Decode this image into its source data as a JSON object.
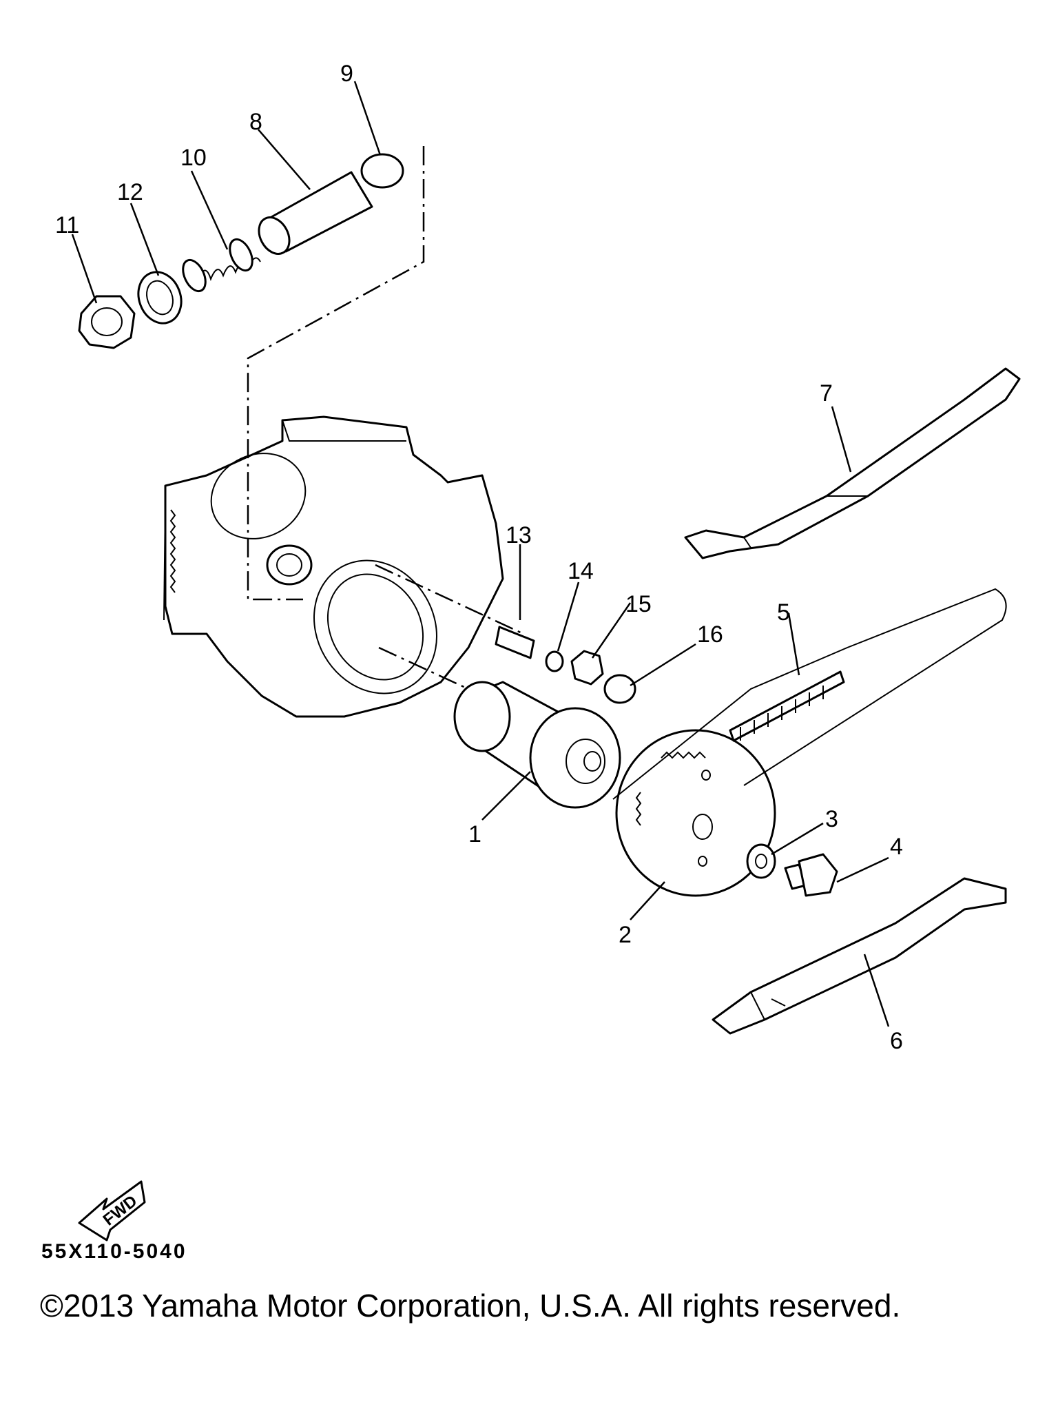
{
  "diagram": {
    "callouts": [
      {
        "id": "1",
        "label": "1"
      },
      {
        "id": "2",
        "label": "2"
      },
      {
        "id": "3",
        "label": "3"
      },
      {
        "id": "4",
        "label": "4"
      },
      {
        "id": "5",
        "label": "5"
      },
      {
        "id": "6",
        "label": "6"
      },
      {
        "id": "7",
        "label": "7"
      },
      {
        "id": "8",
        "label": "8"
      },
      {
        "id": "9",
        "label": "9"
      },
      {
        "id": "10",
        "label": "10"
      },
      {
        "id": "11",
        "label": "11"
      },
      {
        "id": "12",
        "label": "12"
      },
      {
        "id": "13",
        "label": "13"
      },
      {
        "id": "14",
        "label": "14"
      },
      {
        "id": "15",
        "label": "15"
      },
      {
        "id": "16",
        "label": "16"
      }
    ],
    "fwd_label": "FWD",
    "diagram_code": "55X110-5040"
  },
  "footer": {
    "copyright": "©2013 Yamaha Motor Corporation, U.S.A. All rights reserved."
  }
}
